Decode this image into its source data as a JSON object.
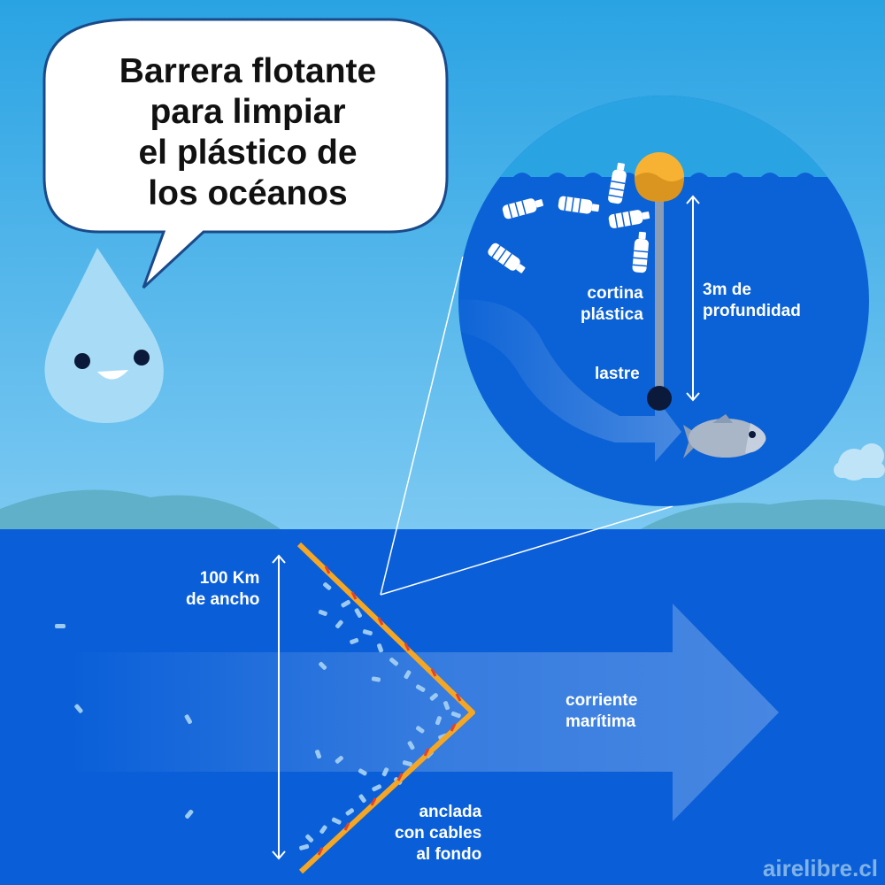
{
  "title": {
    "lines": [
      "Barrera flotante",
      "para limpiar",
      "el plástico de",
      "los océanos"
    ]
  },
  "labels": {
    "curtain": [
      "cortina",
      "plástica"
    ],
    "depth": [
      "3m de",
      "profundidad"
    ],
    "ballast": "lastre",
    "width": [
      "100 Km",
      "de ancho"
    ],
    "current": [
      "corriente",
      "marítima"
    ],
    "anchor": [
      "anclada",
      "con cables",
      "al fondo"
    ]
  },
  "credit": "airelibre.cl",
  "icons": [
    "water-drop-mascot",
    "speech-bubble",
    "plastic-bottle-icon",
    "buoy-icon",
    "fish-icon",
    "current-arrow",
    "cloud-icon"
  ],
  "colors": {
    "sky": "#2ea8e0",
    "ocean": "#0a5fd8",
    "zoom_circle": "#0b62d6",
    "barrier": "#f5a623",
    "buoy": "#f7b233",
    "ballast": "#0b1a3a",
    "hills": "#5fb0c8"
  }
}
